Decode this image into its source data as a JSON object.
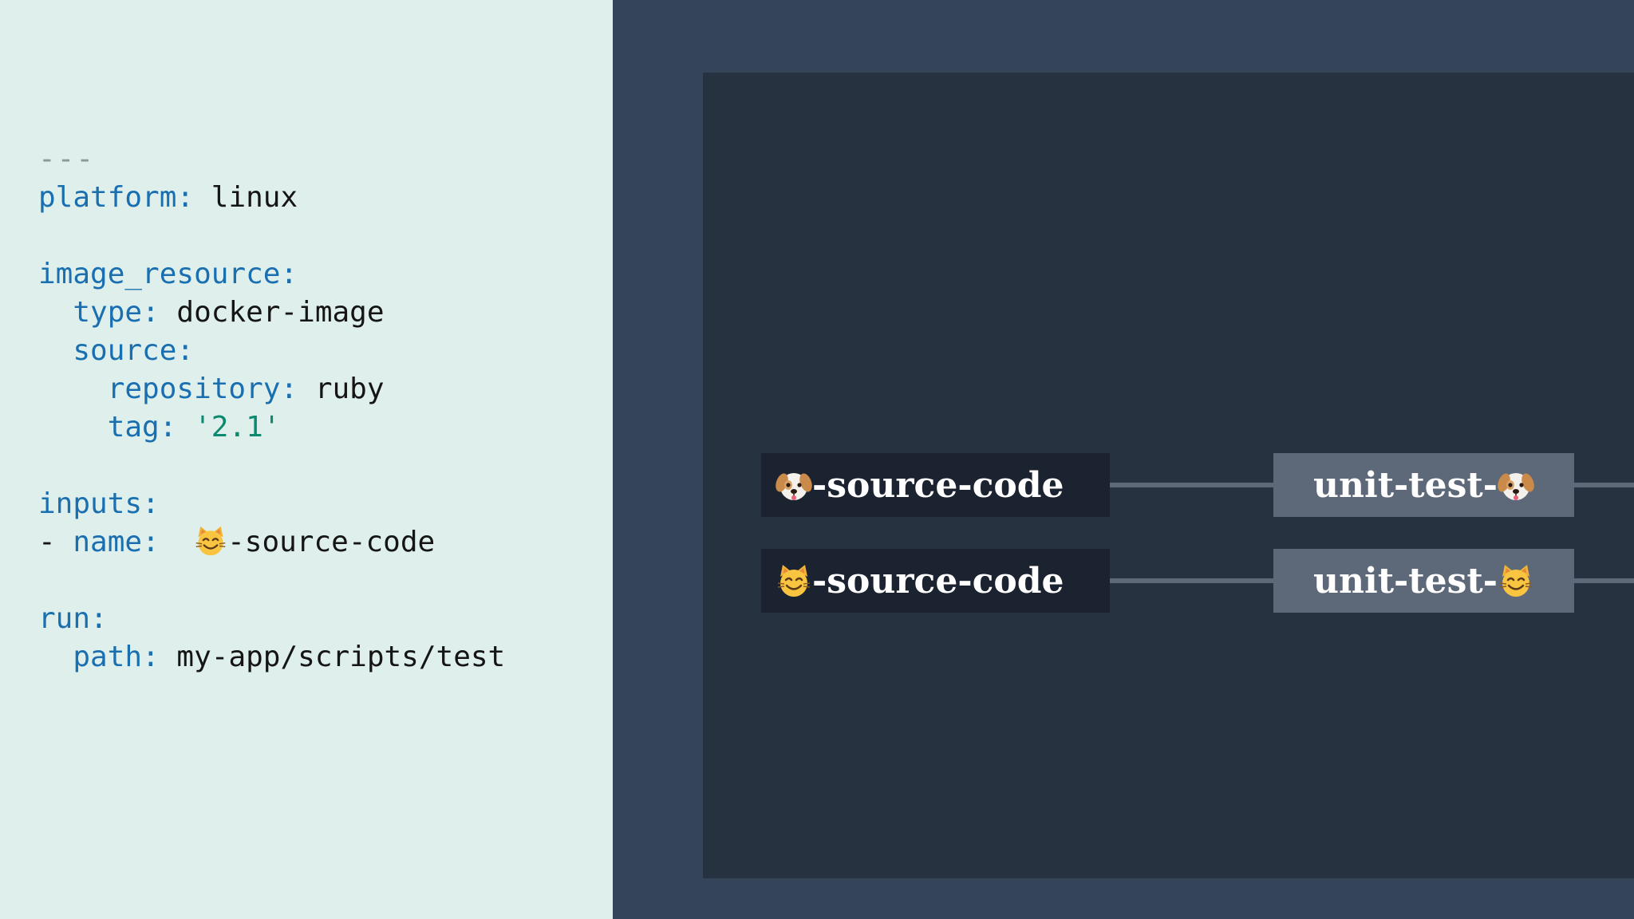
{
  "code": {
    "doc_start": "---",
    "platform_key": "platform:",
    "platform_value": "linux",
    "image_resource_key": "image_resource:",
    "type_key": "type:",
    "type_value": "docker-image",
    "source_key": "source:",
    "repository_key": "repository:",
    "repository_value": "ruby",
    "tag_key": "tag:",
    "tag_value": "'2.1'",
    "inputs_key": "inputs:",
    "name_dash": "-",
    "name_key": "name:",
    "name_value": "-source-code",
    "name_icon": "cat-face-icon",
    "run_key": "run:",
    "path_key": "path:",
    "path_value": "my-app/scripts/test"
  },
  "pipeline": {
    "resources": [
      {
        "icon": "dog-face-icon",
        "label": "-source-code"
      },
      {
        "icon": "cat-face-icon",
        "label": "-source-code"
      }
    ],
    "jobs": [
      {
        "label": "unit-test-",
        "icon": "dog-face-icon"
      },
      {
        "label": "unit-test-",
        "icon": "cat-face-icon"
      }
    ]
  },
  "colors": {
    "code_background": "#dff0ec",
    "code_key": "#1a6fb0",
    "code_string": "#0b8a70",
    "outer_background": "#344559",
    "canvas_background": "#273241",
    "resource_node": "#1b2230",
    "job_node": "#5d6878"
  }
}
